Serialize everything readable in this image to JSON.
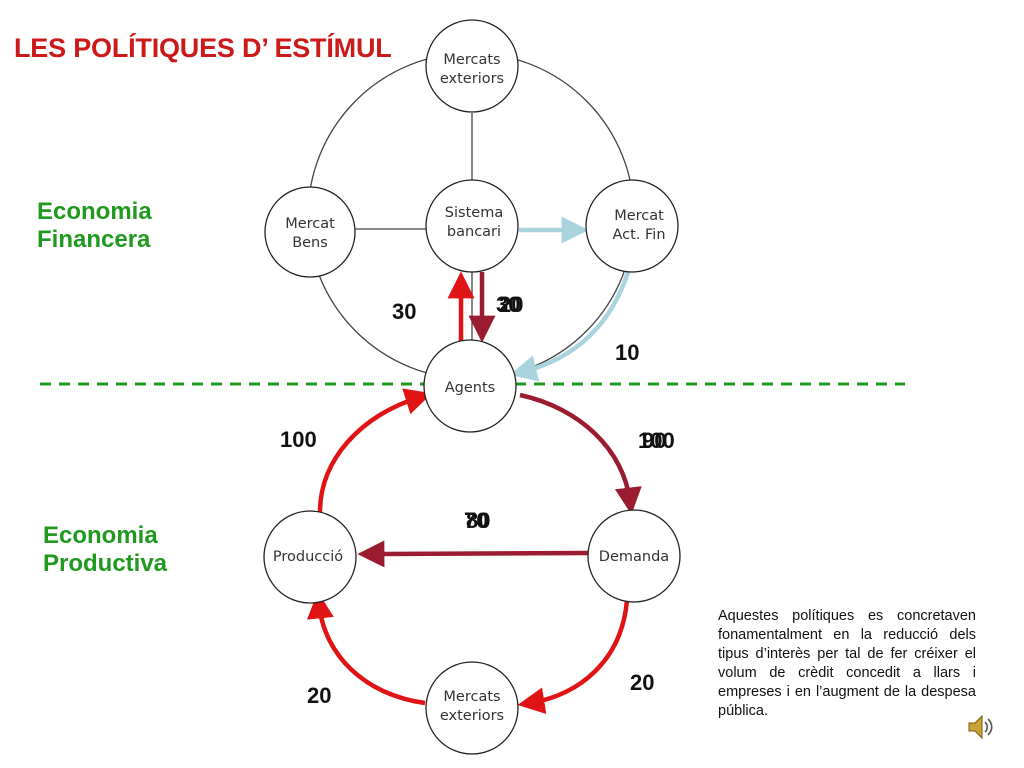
{
  "title": "LES POLÍTIQUES D’ ESTÍMUL",
  "sections": {
    "financial": [
      "Economia",
      "Financera"
    ],
    "productive": [
      "Economia",
      "Productiva"
    ]
  },
  "nodes": {
    "mercats_exteriors_top": [
      "Mercats",
      "exteriors"
    ],
    "mercat_bens": [
      "Mercat",
      "Bens"
    ],
    "sistema_bancari": [
      "Sistema",
      "bancari"
    ],
    "mercat_act_fin": [
      "Mercat",
      "Act. Fin"
    ],
    "agents": [
      "Agents"
    ],
    "produccio": [
      "Producció"
    ],
    "demanda": [
      "Demanda"
    ],
    "mercats_exteriors_bottom": [
      "Mercats",
      "exteriors"
    ]
  },
  "flows": {
    "agents_to_bank": "30",
    "bank_to_agents": [
      "20",
      "30"
    ],
    "act_fin_to_agents": "10",
    "produccio_to_agents": "100",
    "agents_to_demanda": [
      "90",
      "100"
    ],
    "demanda_to_produccio": [
      "70",
      "80"
    ],
    "demanda_to_exteriors": "20",
    "exteriors_to_produccio": "20"
  },
  "note": "Aquestes polítiques es concretaven fonamentalment en la reducció dels tipus d’interès per tal de fer créixer el volum de crèdit concedit a llars i empreses i en l’augment de la despesa pública.",
  "icons": {
    "speaker": "speaker-icon"
  },
  "colors": {
    "title": "#cc1a1a",
    "section": "#1f9a1f",
    "divider": "#1f9a1f",
    "bright_red": "#e01414",
    "dark_red": "#9b1b30",
    "light_blue": "#a9d4de"
  }
}
